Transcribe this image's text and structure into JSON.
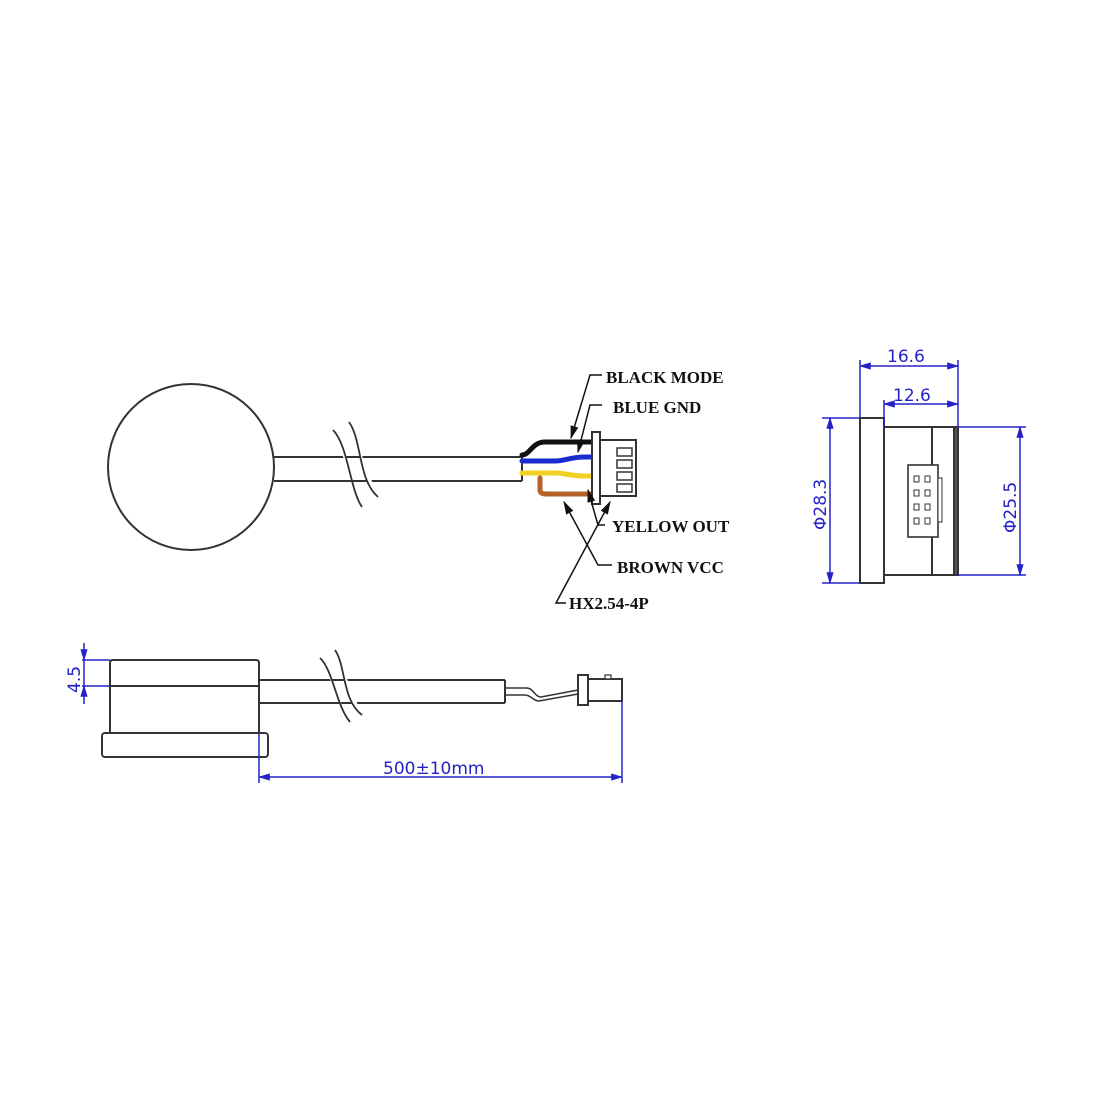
{
  "wire_labels": {
    "black": "BLACK MODE",
    "blue": "BLUE GND",
    "yellow": "YELLOW OUT",
    "brown": "BROWN VCC",
    "connector": "HX2.54-4P"
  },
  "dimensions": {
    "side_height": "4.5",
    "cable_length": "500±10mm",
    "connector_overall_width": "16.6",
    "connector_body_width": "12.6",
    "flange_diameter": "Φ28.3",
    "body_diameter": "Φ25.5"
  },
  "colors": {
    "dimension": "#2323c8",
    "outline": "#333333",
    "wire_black": "#111111",
    "wire_blue": "#1a2bd0",
    "wire_yellow": "#f0d020",
    "wire_brown": "#b5622a"
  }
}
